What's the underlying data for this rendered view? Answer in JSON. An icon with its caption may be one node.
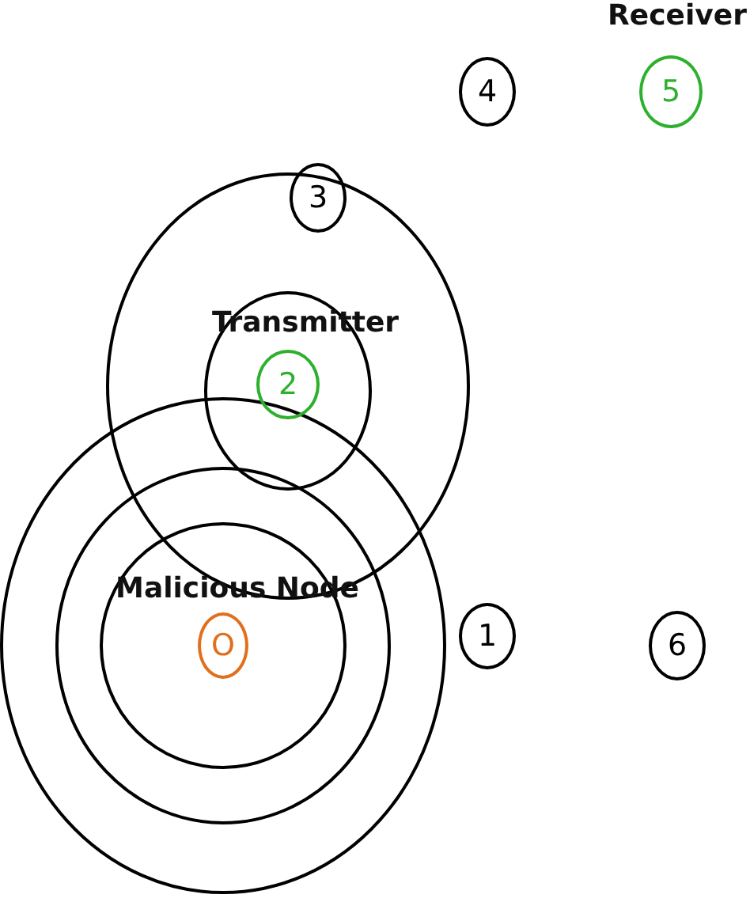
{
  "diagram": {
    "nodes": [
      {
        "text": [
          "O"
        ],
        "beside": [
          "Malicious Node"
        ]
      },
      {
        "text": [
          "1"
        ]
      },
      {
        "text": [
          "2"
        ],
        "beside": [
          "Transmitter"
        ]
      },
      {
        "text": [
          "3"
        ]
      },
      {
        "text": [
          "4"
        ]
      },
      {
        "text": [
          "5"
        ],
        "beside": [
          "Receiver"
        ]
      },
      {
        "text": [
          "6"
        ]
      }
    ]
  }
}
